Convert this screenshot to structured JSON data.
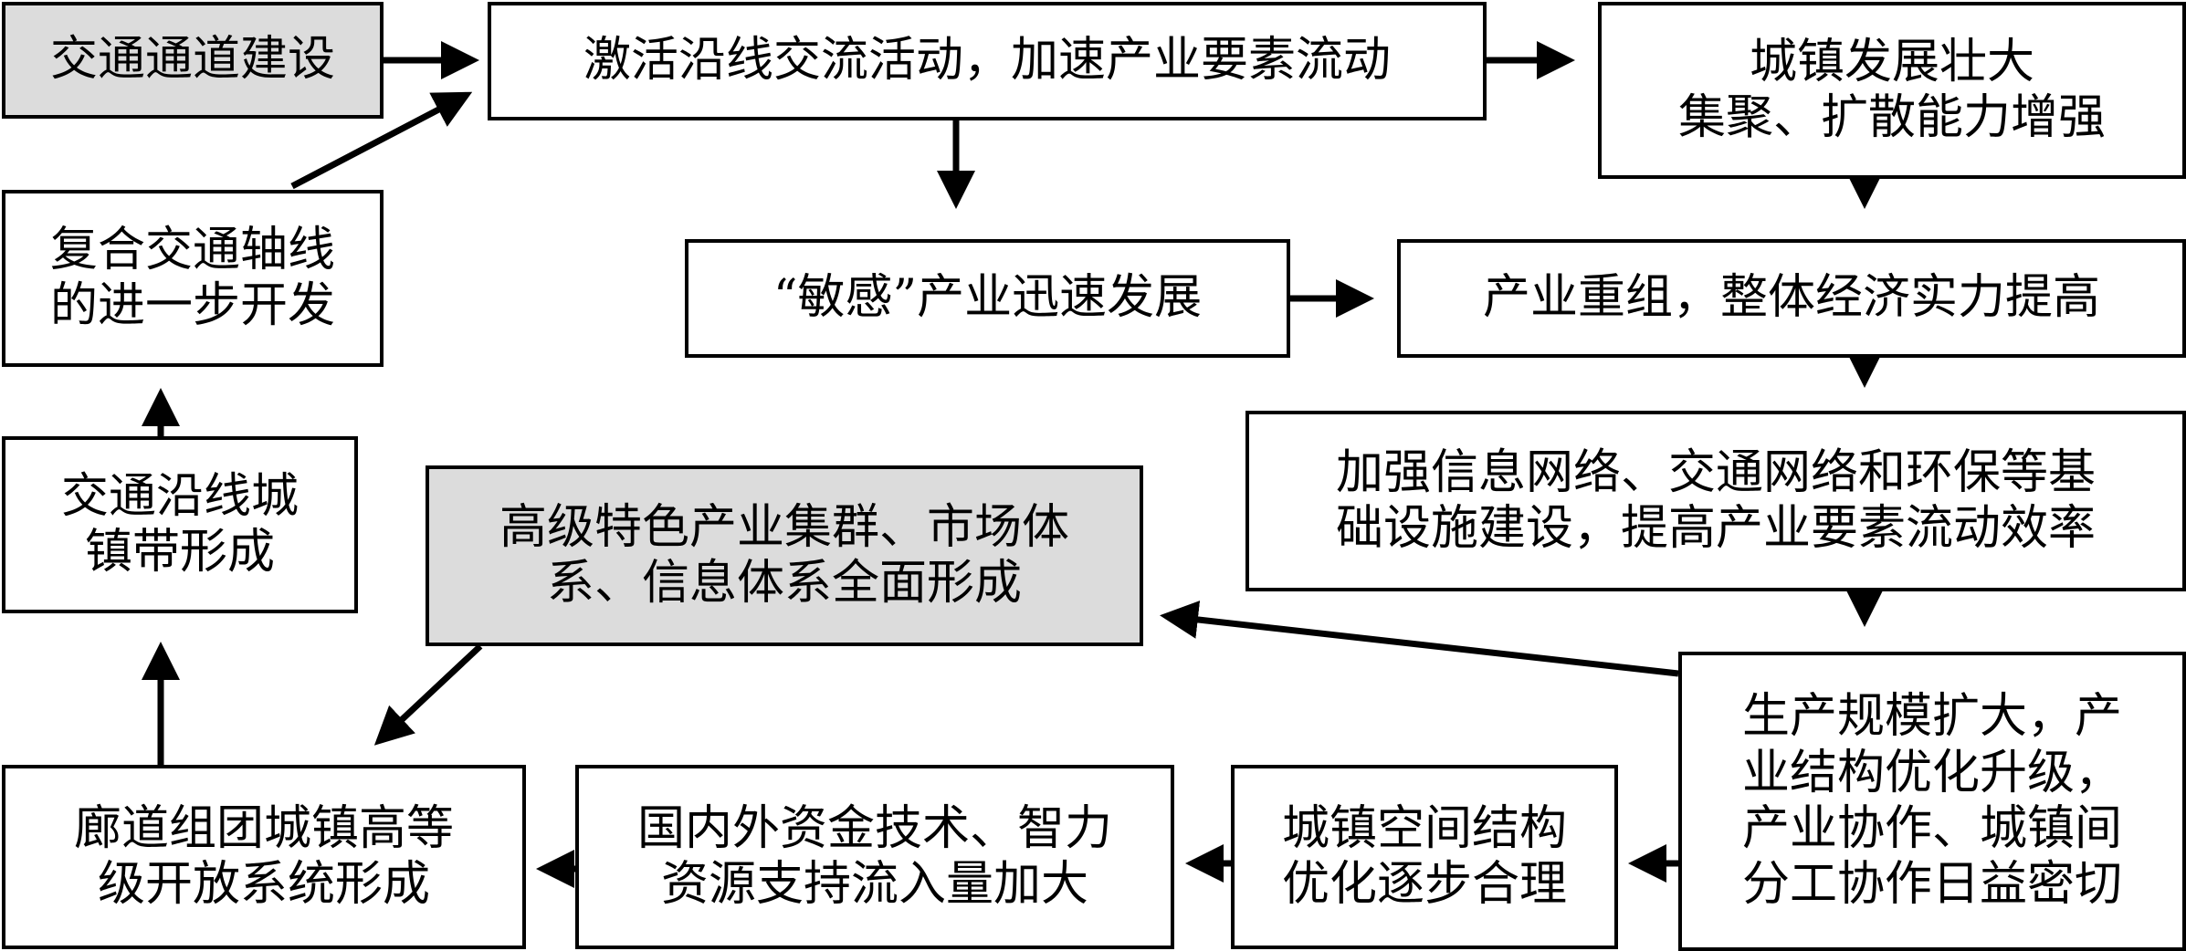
{
  "nodes": {
    "n1": "交通通道建设",
    "n2": "激活沿线交流活动，加速产业要素流动",
    "n3": "城镇发展壮大\n集聚、扩散能力增强",
    "n4": "复合交通轴线\n的进一步开发",
    "n5": "“敏感”产业迅速发展",
    "n6": "产业重组，整体经济实力提高",
    "n7": "加强信息网络、交通网络和环保等基\n础设施建设，提高产业要素流动效率",
    "n8": "交通沿线城\n镇带形成",
    "n9": "高级特色产业集群、市场体\n系、信息体系全面形成",
    "n10": "生产规模扩大，产\n业结构优化升级，\n产业协作、城镇间\n分工协作日益密切",
    "n11": "廊道组团城镇高等\n级开放系统形成",
    "n12": "国内外资金技术、智力\n资源支持流入量加大",
    "n13": "城镇空间结构\n优化逐步合理"
  }
}
